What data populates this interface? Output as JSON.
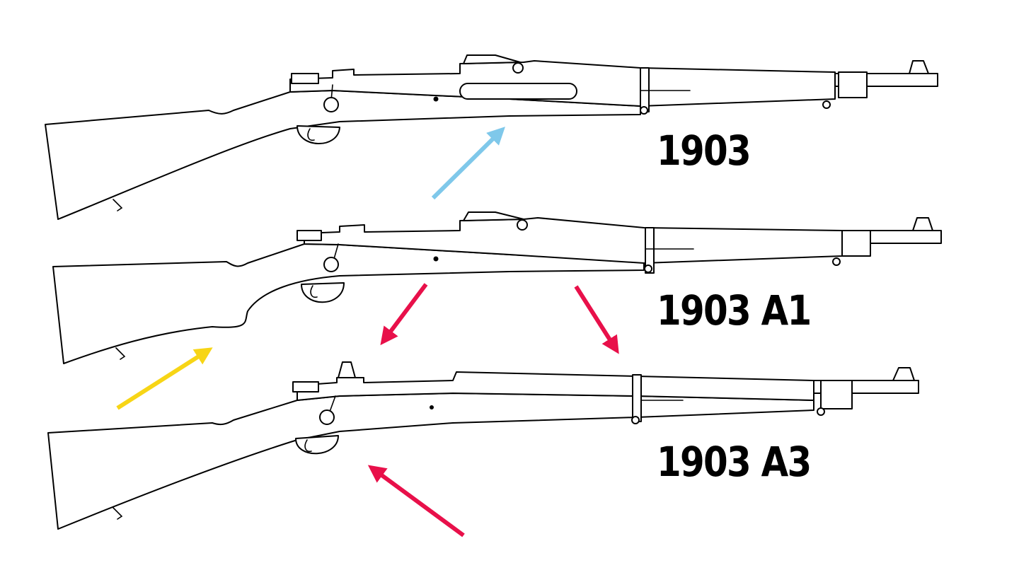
{
  "labels": {
    "rifle_1903": "1903",
    "rifle_1903a1": "1903 A1",
    "rifle_1903a3": "1903 A3"
  },
  "colors": {
    "arrow_blue": "#7fc8ea",
    "arrow_yellow": "#f7d516",
    "arrow_red": "#e8104a",
    "line_art": "#000000",
    "background": "#ffffff"
  },
  "icons": {
    "arrow_blue": "arrow-up-right-icon",
    "arrow_yellow": "arrow-up-right-icon",
    "arrow_red": "arrow-down-icon"
  }
}
